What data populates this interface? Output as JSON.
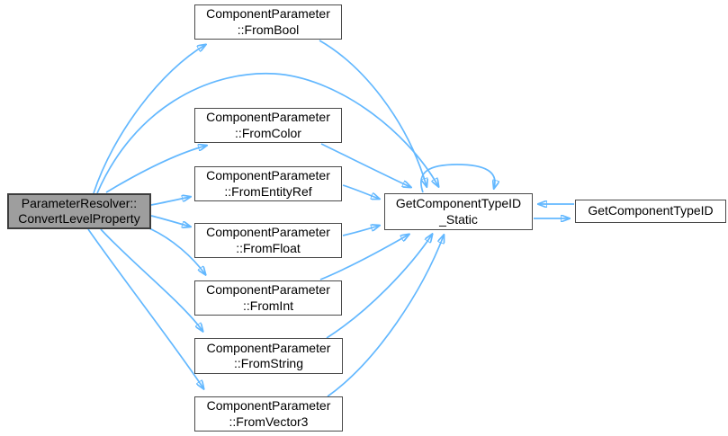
{
  "diagram": {
    "type": "call-graph",
    "accent_color": "#63b8ff",
    "highlight_fill": "#9e9e9e",
    "node_fill": "#ffffff",
    "node_border": "#4a4a4a",
    "nodes": {
      "convert": {
        "lines": [
          "ParameterResolver::",
          "ConvertLevelProperty"
        ],
        "highlighted": true
      },
      "frombool": {
        "lines": [
          "ComponentParameter",
          "::FromBool"
        ]
      },
      "fromcolor": {
        "lines": [
          "ComponentParameter",
          "::FromColor"
        ]
      },
      "fromentityref": {
        "lines": [
          "ComponentParameter",
          "::FromEntityRef"
        ]
      },
      "fromfloat": {
        "lines": [
          "ComponentParameter",
          "::FromFloat"
        ]
      },
      "fromint": {
        "lines": [
          "ComponentParameter",
          "::FromInt"
        ]
      },
      "fromstring": {
        "lines": [
          "ComponentParameter",
          "::FromString"
        ]
      },
      "fromvector3": {
        "lines": [
          "ComponentParameter",
          "::FromVector3"
        ]
      },
      "static": {
        "lines": [
          "GetComponentTypeID",
          "_Static"
        ]
      },
      "gct": {
        "lines": [
          "GetComponentTypeID"
        ]
      }
    },
    "edges": [
      {
        "from": "ParameterResolver::ConvertLevelProperty",
        "to": "ComponentParameter::FromBool"
      },
      {
        "from": "ParameterResolver::ConvertLevelProperty",
        "to": "ComponentParameter::FromColor"
      },
      {
        "from": "ParameterResolver::ConvertLevelProperty",
        "to": "ComponentParameter::FromEntityRef"
      },
      {
        "from": "ParameterResolver::ConvertLevelProperty",
        "to": "ComponentParameter::FromFloat"
      },
      {
        "from": "ParameterResolver::ConvertLevelProperty",
        "to": "ComponentParameter::FromInt"
      },
      {
        "from": "ParameterResolver::ConvertLevelProperty",
        "to": "ComponentParameter::FromString"
      },
      {
        "from": "ParameterResolver::ConvertLevelProperty",
        "to": "ComponentParameter::FromVector3"
      },
      {
        "from": "ParameterResolver::ConvertLevelProperty",
        "to": "GetComponentTypeID_Static"
      },
      {
        "from": "ComponentParameter::FromBool",
        "to": "GetComponentTypeID_Static"
      },
      {
        "from": "ComponentParameter::FromColor",
        "to": "GetComponentTypeID_Static"
      },
      {
        "from": "ComponentParameter::FromEntityRef",
        "to": "GetComponentTypeID_Static"
      },
      {
        "from": "ComponentParameter::FromFloat",
        "to": "GetComponentTypeID_Static"
      },
      {
        "from": "ComponentParameter::FromInt",
        "to": "GetComponentTypeID_Static"
      },
      {
        "from": "ComponentParameter::FromString",
        "to": "GetComponentTypeID_Static"
      },
      {
        "from": "ComponentParameter::FromVector3",
        "to": "GetComponentTypeID_Static"
      },
      {
        "from": "GetComponentTypeID_Static",
        "to": "GetComponentTypeID_Static"
      },
      {
        "from": "GetComponentTypeID_Static",
        "to": "GetComponentTypeID"
      },
      {
        "from": "GetComponentTypeID",
        "to": "GetComponentTypeID_Static"
      }
    ]
  }
}
